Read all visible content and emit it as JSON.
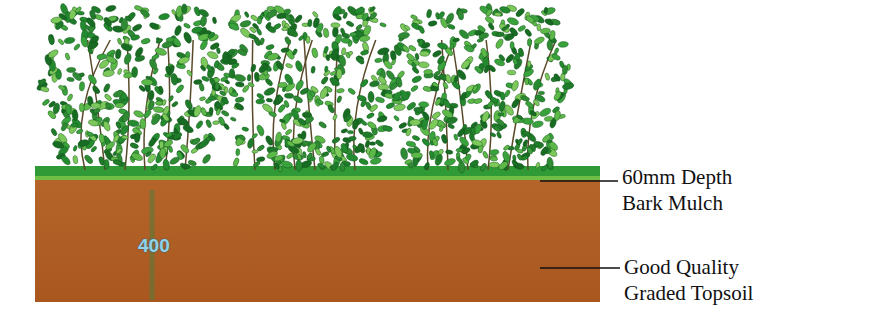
{
  "diagram": {
    "labels": [
      "60mm Depth Bark Mulch",
      "Good Quality Graded Topsoil",
      "400"
    ]
  }
}
